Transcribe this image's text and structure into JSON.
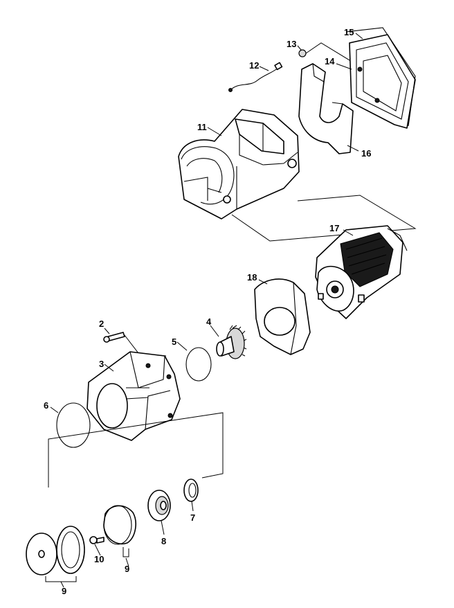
{
  "callouts": {
    "c2": "2",
    "c3": "3",
    "c4": "4",
    "c5": "5",
    "c6": "6",
    "c7": "7",
    "c8": "8",
    "c9a": "9",
    "c9b": "9",
    "c10": "10",
    "c11": "11",
    "c12": "12",
    "c13": "13",
    "c14": "14",
    "c15": "15",
    "c16": "16",
    "c17": "17",
    "c18": "18"
  }
}
